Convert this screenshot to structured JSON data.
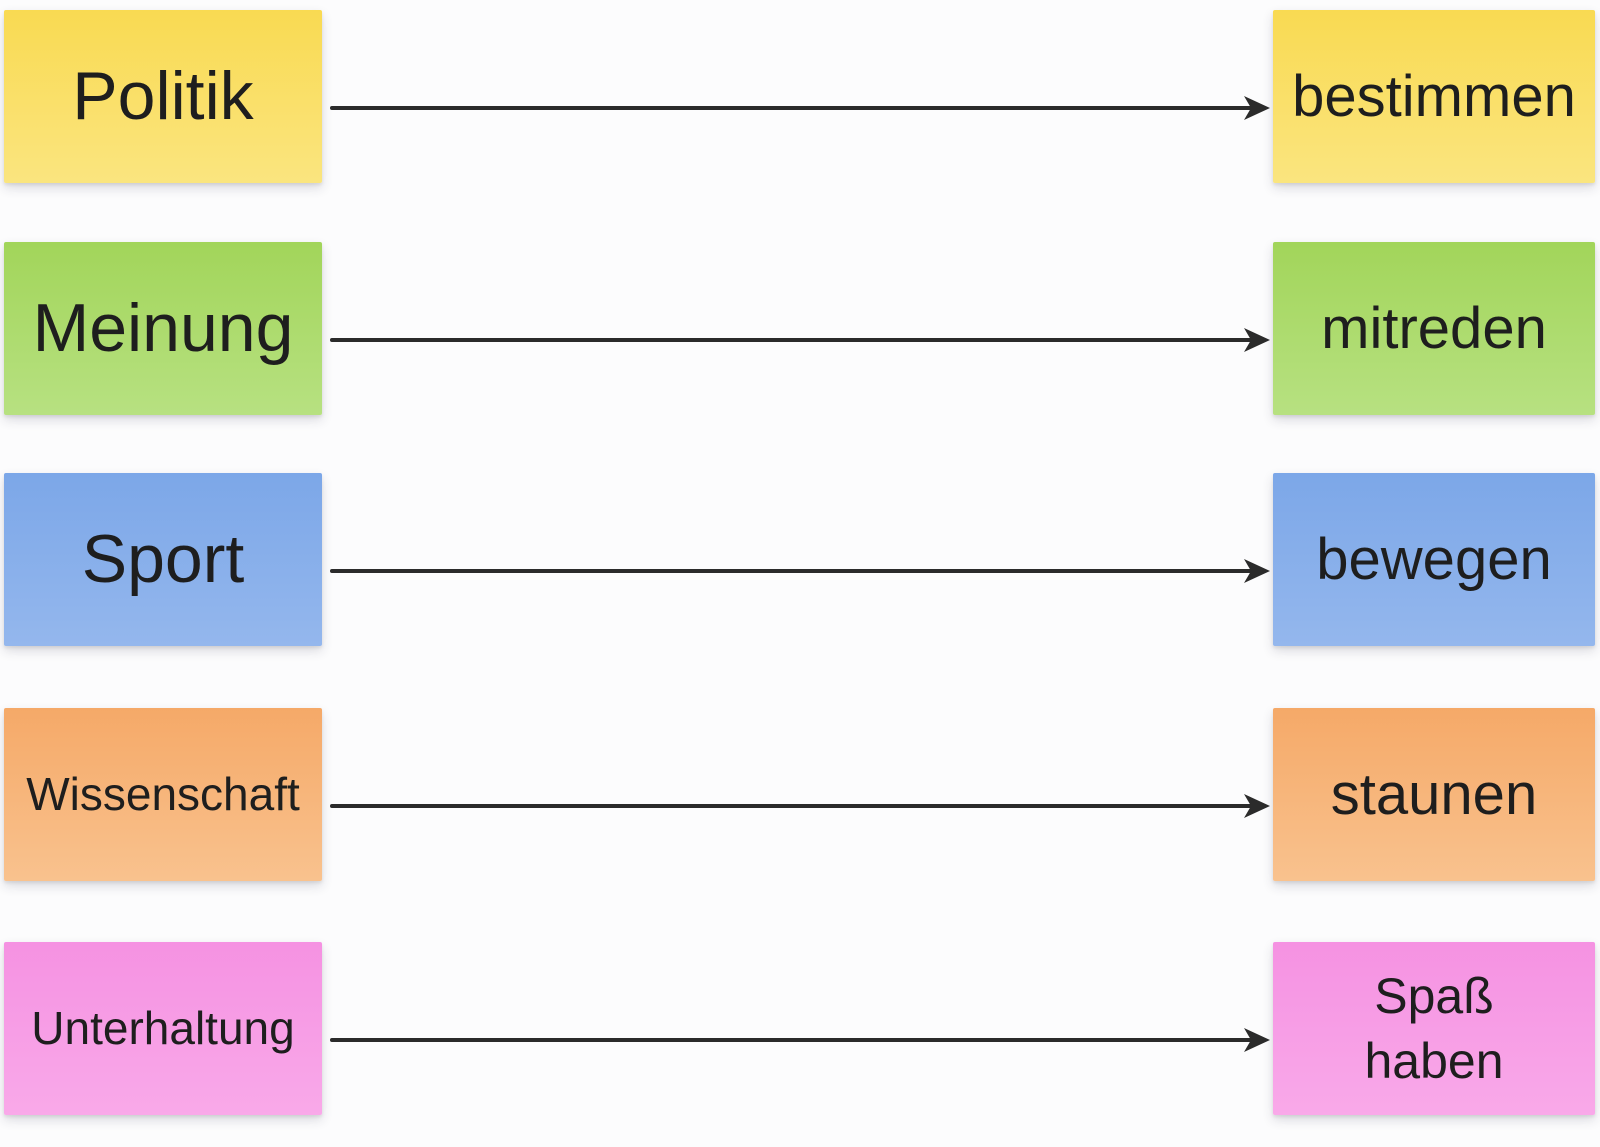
{
  "canvas": {
    "background": "#fcfcfd",
    "text_color": "#1e1e1e",
    "arrow_color": "#2b2b2b",
    "arrow_icon": "arrow-right"
  },
  "rows": [
    {
      "left": {
        "label": "Politik"
      },
      "right": {
        "label": "bestimmen"
      },
      "color": {
        "name": "yellow",
        "top": "#f9da52",
        "bottom": "#fae57f"
      }
    },
    {
      "left": {
        "label": "Meinung"
      },
      "right": {
        "label": "mitreden"
      },
      "color": {
        "name": "green",
        "top": "#a2d55a",
        "bottom": "#b7e181"
      }
    },
    {
      "left": {
        "label": "Sport"
      },
      "right": {
        "label": "bewegen"
      },
      "color": {
        "name": "blue",
        "top": "#7ca7e8",
        "bottom": "#94b7ed"
      }
    },
    {
      "left": {
        "label": "Wissenschaft"
      },
      "right": {
        "label": "staunen"
      },
      "color": {
        "name": "orange",
        "top": "#f5a968",
        "bottom": "#f9c28e"
      }
    },
    {
      "left": {
        "label": "Unterhaltung"
      },
      "right": {
        "label": "Spaß haben"
      },
      "color": {
        "name": "pink",
        "top": "#f592e2",
        "bottom": "#f9a9e9"
      }
    }
  ]
}
